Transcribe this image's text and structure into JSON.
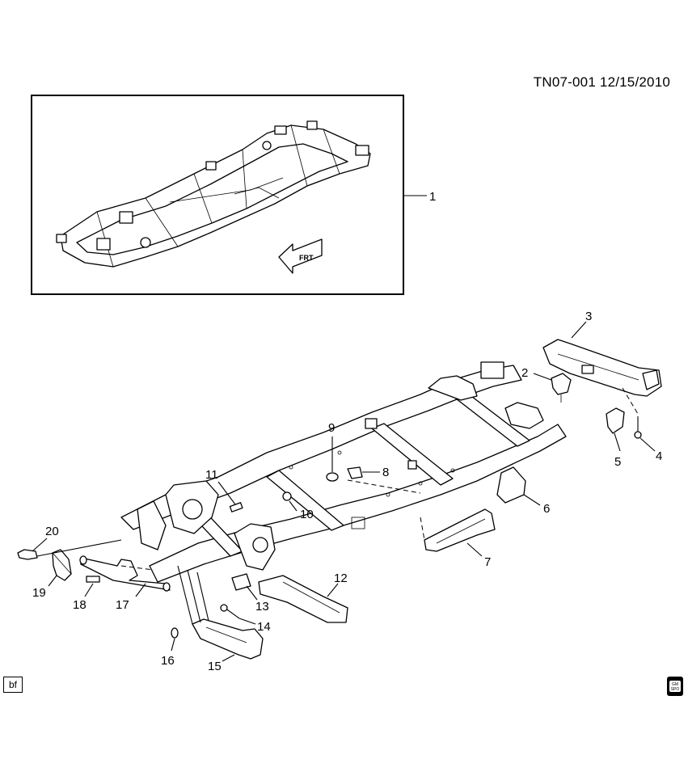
{
  "document": {
    "id_and_date": "TN07-001  12/15/2010",
    "corner_tag": "bf",
    "logo_text": "GM SPO"
  },
  "inset": {
    "direction_label": "FRT"
  },
  "callouts": [
    "1",
    "2",
    "3",
    "4",
    "5",
    "6",
    "7",
    "8",
    "9",
    "10",
    "11",
    "12",
    "13",
    "14",
    "15",
    "16",
    "17",
    "18",
    "19",
    "20"
  ],
  "icons": {
    "front_arrow": "front-direction-arrow-icon",
    "logo": "gm-spo-logo-icon"
  }
}
